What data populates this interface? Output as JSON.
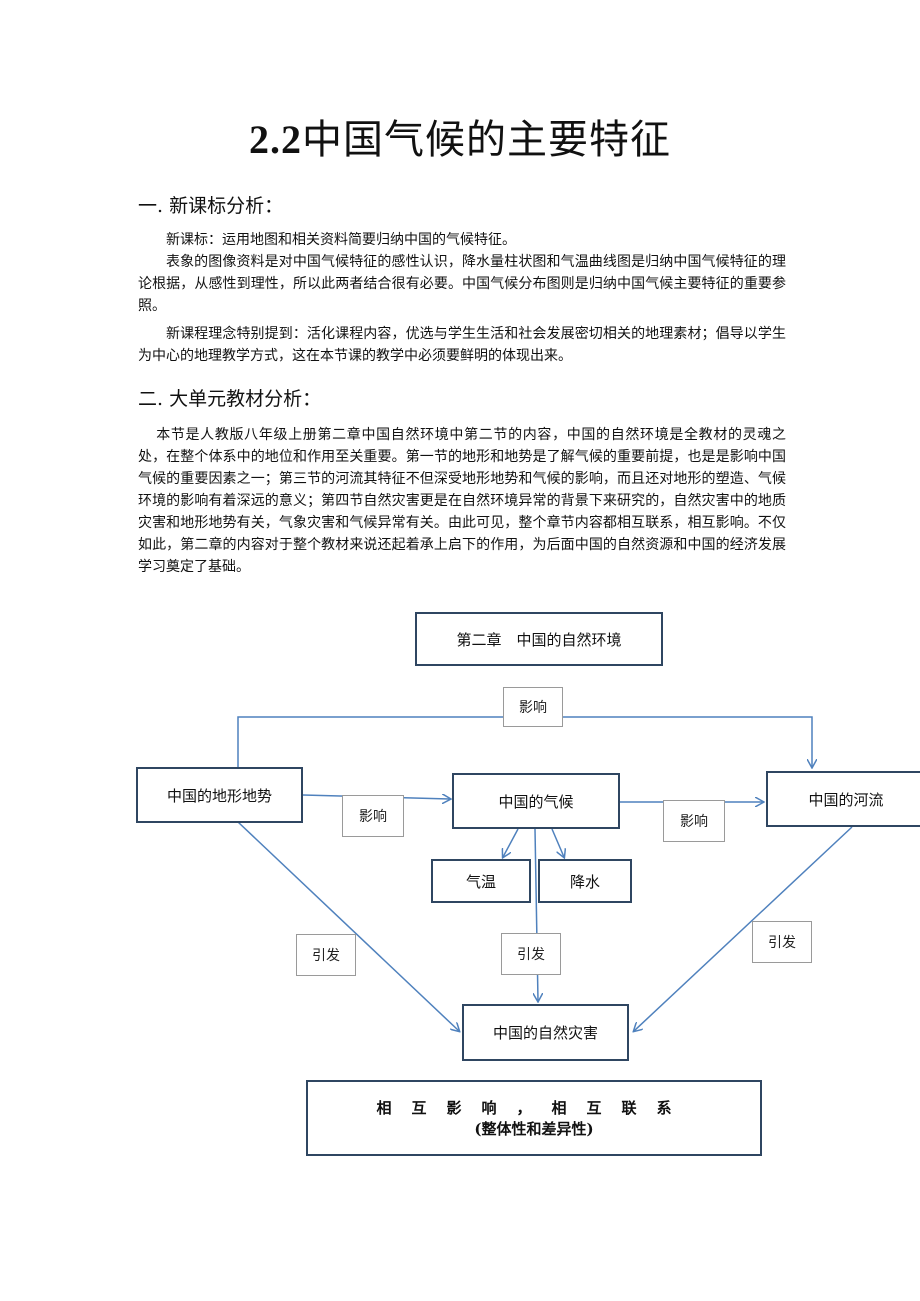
{
  "doc": {
    "title_num": "2.2",
    "title_text": "中国气候的主要特征",
    "section1": {
      "heading": "一. 新课标分析：",
      "paragraphs": [
        "新课标：运用地图和相关资料简要归纳中国的气候特征。",
        "表象的图像资料是对中国气候特征的感性认识，降水量柱状图和气温曲线图是归纳中国气候特征的理论根据，从感性到理性，所以此两者结合很有必要。中国气候分布图则是归纳中国气候主要特征的重要参照。",
        "新课程理念特别提到：活化课程内容，优选与学生生活和社会发展密切相关的地理素材；倡导以学生为中心的地理教学方式，这在本节课的教学中必须要鲜明的体现出来。"
      ]
    },
    "section2": {
      "heading": "二. 大单元教材分析：",
      "paragraph": "本节是人教版八年级上册第二章中国自然环境中第二节的内容，中国的自然环境是全教材的灵魂之处，在整个体系中的地位和作用至关重要。第一节的地形和地势是了解气候的重要前提，也是是影响中国气候的重要因素之一；第三节的河流其特征不但深受地形地势和气候的影响，而且还对地形的塑造、气候环境的影响有着深远的意义；第四节自然灾害更是在自然环境异常的背景下来研究的，自然灾害中的地质灾害和地形地势有关，气象灾害和气候异常有关。由此可见，整个章节内容都相互联系，相互影响。不仅如此，第二章的内容对于整个教材来说还起着承上启下的作用，为后面中国的自然资源和中国的经济发展学习奠定了基础。"
    }
  },
  "diagram": {
    "chapter": "第二章　中国的自然环境",
    "terrain": "中国的地形地势",
    "climate": "中国的气候",
    "rivers": "中国的河流",
    "temperature": "气温",
    "precipitation": "降水",
    "disasters": "中国的自然灾害",
    "label_influence_top": "影响",
    "label_influence_left": "影响",
    "label_influence_right": "影响",
    "label_cause_left": "引发",
    "label_cause_mid": "引发",
    "label_cause_right": "引发",
    "summary_line1": "相互影响，相互联系",
    "summary_line2": "(整体性和差异性)",
    "line_color": "#4f81bd"
  }
}
